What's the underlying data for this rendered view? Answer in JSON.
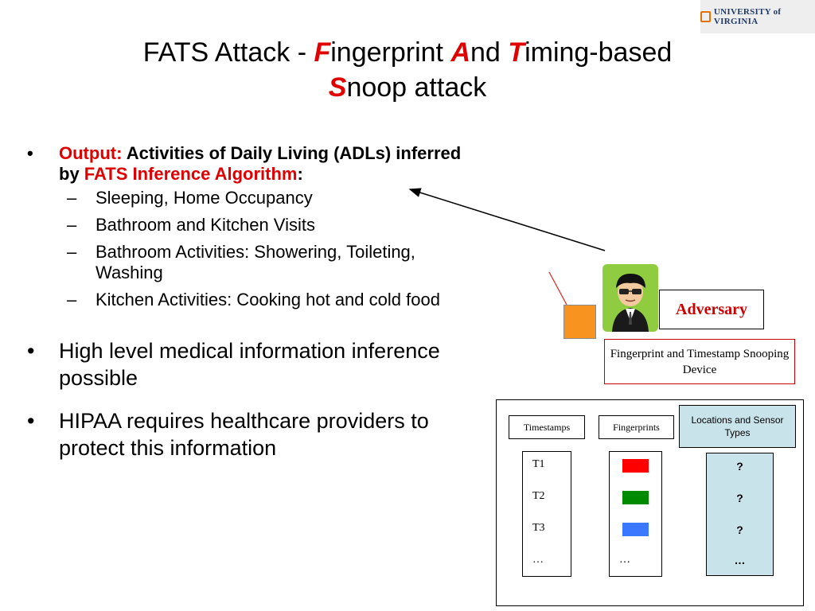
{
  "logo": {
    "text": "UNIVERSITY of VIRGINIA"
  },
  "title": {
    "p1": "FATS Attack - ",
    "f": "F",
    "p2": "ingerprint ",
    "a": "A",
    "p3": "nd ",
    "t": "T",
    "p4": "iming-based",
    "s": "S",
    "p5": "noop attack"
  },
  "bullets": {
    "output_label": "Output:",
    "output_text1": " Activities of Daily Living (ADLs) inferred by ",
    "output_red": "FATS Inference Algorithm",
    "output_colon": ":",
    "sub": [
      "Sleeping, Home Occupancy",
      "Bathroom and Kitchen Visits",
      "Bathroom Activities: Showering, Toileting, Washing",
      "Kitchen Activities: Cooking hot and cold food"
    ],
    "b2": "High level medical information inference possible",
    "b3": "HIPAA requires healthcare providers to protect this information",
    "bullet_char": "•",
    "dash_char": "–"
  },
  "diagram": {
    "adversary": "Adversary",
    "snoop_device": "Fingerprint and Timestamp Snooping Device",
    "headers": {
      "timestamps": "Timestamps",
      "fingerprints": "Fingerprints",
      "locations": "Locations and Sensor Types"
    },
    "timestamps": [
      "T1",
      "T2",
      "T3",
      "…"
    ],
    "fingerprint_colors": [
      "#ff0000",
      "#008a00",
      "#3a78ff"
    ],
    "fingerprint_more": "…",
    "unknowns": [
      "?",
      "?",
      "?",
      "…"
    ]
  }
}
